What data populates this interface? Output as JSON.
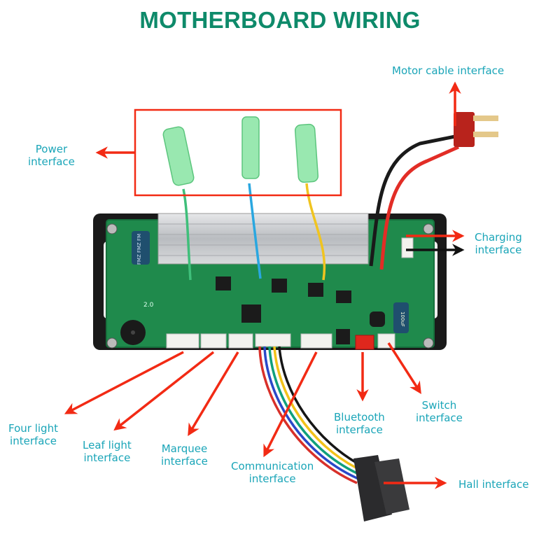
{
  "title": "MOTHERBOARD WIRING",
  "colors": {
    "title": "#0e8a6a",
    "label": "#1aa5b8",
    "arrow": "#f22a14",
    "board": "#1f8a4c",
    "heatsink": "#c7c9cc"
  },
  "labels": {
    "motor_cable": "Motor cable interface",
    "power_line1": "Power",
    "power_line2": "interface",
    "charging_line1": "Charging",
    "charging_line2": "interface",
    "four_light_line1": "Four light",
    "four_light_line2": "interface",
    "leaf_light_line1": "Leaf light",
    "leaf_light_line2": "interface",
    "marquee_line1": "Marquee",
    "marquee_line2": "interface",
    "communication_line1": "Communication",
    "communication_line2": "interface",
    "bluetooth_line1": "Bluetooth",
    "bluetooth_line2": "interface",
    "switch_line1": "Switch",
    "switch_line2": "interface",
    "hall": "Hall interface"
  },
  "board_markings": {
    "capacitor_left": "FMZ FMZ FM",
    "capacitor_right": "100uF",
    "silk": "2.0"
  }
}
